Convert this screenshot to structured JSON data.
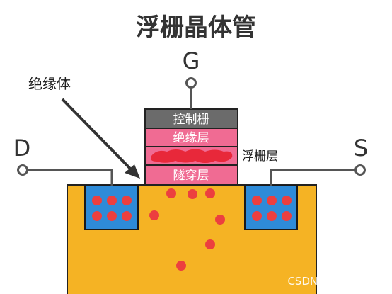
{
  "title": "浮栅晶体管",
  "terminals": {
    "gate": "G",
    "drain": "D",
    "source": "S"
  },
  "labels": {
    "insulator_callout": "绝缘体",
    "floating_gate": "浮栅层"
  },
  "gate_stack": {
    "control_gate": "控制栅",
    "insulating_layer": "绝缘层",
    "tunnel_layer": "隧穿层"
  },
  "watermark": "CSDN @一只青木呀",
  "colors": {
    "substrate": "#f5b324",
    "well": "#2e8bd8",
    "electron": "#ec3f3f",
    "control_gate": "#6b6b6b",
    "layer_pink": "#f06b93",
    "wire": "#555555"
  }
}
